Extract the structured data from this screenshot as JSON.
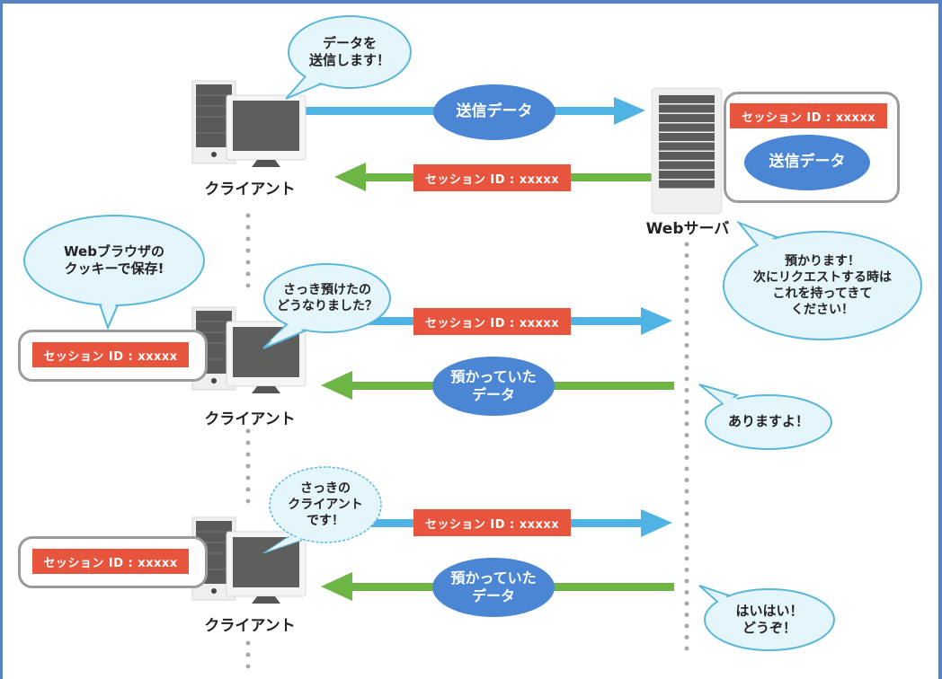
{
  "diagram": {
    "colors": {
      "frame": "#5b82c0",
      "request_arrow": "#4fb3e3",
      "response_arrow": "#6db545",
      "session_badge": "#e8553e",
      "data_ellipse": "#4a86d4",
      "bubble_fill": "#e4f5fb",
      "bubble_stroke": "#5bb7d9"
    },
    "nodes": {
      "client_label": "クライアント",
      "server_label": "Webサーバ"
    },
    "step1": {
      "client_bubble": "データを\n送信します！",
      "request_label": "送信データ",
      "response_badge": "セッション ID : xxxxx",
      "server_store_badge": "セッション ID : xxxxx",
      "server_store_data": "送信データ",
      "server_bubble": "預かります！\n次にリクエストする時は\nこれを持ってきて\nください！"
    },
    "step2": {
      "cookie_bubble": "Webブラウザの\nクッキーで保存!",
      "cookie_badge": "セッション ID : xxxxx",
      "client_bubble": "さっき預けたの\nどうなりました？",
      "request_badge": "セッション ID : xxxxx",
      "response_label": "預かっていた\nデータ",
      "server_bubble": "ありますよ！"
    },
    "step3": {
      "cookie_badge": "セッション ID : xxxxx",
      "client_bubble": "さっきの\nクライアント\nです！",
      "request_badge": "セッション ID : xxxxx",
      "response_label": "預かっていた\nデータ",
      "server_bubble": "はいはい！\nどうぞ！"
    }
  }
}
